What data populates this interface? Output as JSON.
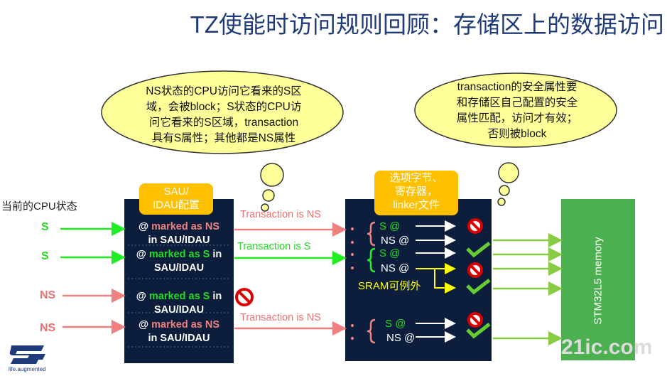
{
  "title": "TZ使能时访问规则回顾：存储区上的数据访问",
  "bubbles": [
    {
      "lines": [
        "NS状态的CPU访问它看来的S区",
        "域，会被block；S状态的CPU访",
        "问它看来的S区域，transaction",
        "具有S属性；其他都是NS属性"
      ]
    },
    {
      "lines": [
        "transaction的安全属性要",
        "和存储区自己配置的安全",
        "属性匹配，访问才有效；",
        "否则被block"
      ]
    }
  ],
  "cpu_state_label": "当前的CPU状态",
  "cpu_states": [
    "S",
    "S",
    "NS",
    "NS"
  ],
  "sau_label": {
    "line1": "SAU/",
    "line2": "IDAU配置"
  },
  "sau_rules": [
    {
      "at": "@ ",
      "marked": "marked as NS",
      "line2": "in SAU/IDAU"
    },
    {
      "at": "@ ",
      "marked": "marked as S",
      "tail": " in",
      "line2": "SAU/IDAU"
    },
    {
      "at": "@ ",
      "marked": "marked as S",
      "tail": " in",
      "line2": "SAU/IDAU"
    },
    {
      "at": "@ ",
      "marked": "marked as NS",
      "line2": "in SAU/IDAU"
    }
  ],
  "transactions": [
    "Transaction is NS",
    "Transaction is S",
    "Transaction is NS"
  ],
  "option_label": {
    "line1": "选项字节、",
    "line2": "寄存器，",
    "line3": "linker文件"
  },
  "memory_entries": [
    "S @",
    "NS @",
    "S @",
    "NS @",
    "S @",
    "NS @"
  ],
  "sram_exception": "SRAM可例外",
  "memory_label": "STM32L5 memory",
  "logo_tagline": "life.augmented",
  "watermark": "21ic.com",
  "colors": {
    "title": "#1f3b7a",
    "dark_box": "#0c1e3c",
    "memory": "#4caf50",
    "orange": "#ffc000",
    "ok": "#66cc33",
    "block": "#dd0000",
    "s_green": "#22dd22",
    "ns_red": "#f07070",
    "bubble": "#ffff99"
  }
}
